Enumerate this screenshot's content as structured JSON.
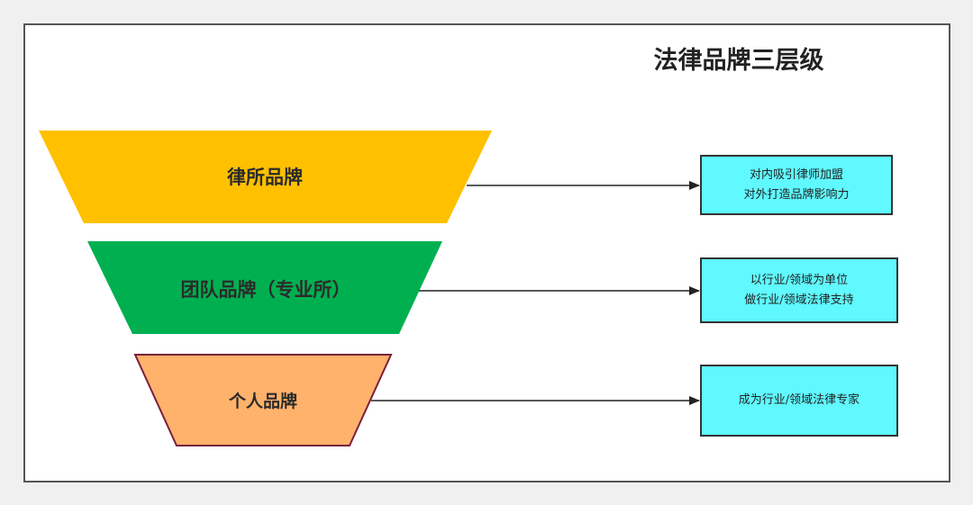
{
  "title": "法律品牌三层级",
  "colors": {
    "tier1": "#ffc000",
    "tier2": "#00b050",
    "tier3": "#ffb26b",
    "tier3_border": "#7a1f3d",
    "box": "#5ff9ff",
    "arrow": "#222222"
  },
  "tiers": [
    {
      "label": "律所品牌",
      "lines": [
        "对内吸引律师加盟",
        "对外打造品牌影响力"
      ]
    },
    {
      "label": "团队品牌（专业所）",
      "lines": [
        "以行业/领域为单位",
        "做行业/领域法律支持"
      ]
    },
    {
      "label": "个人品牌",
      "lines": [
        "成为行业/领域法律专家"
      ]
    }
  ]
}
